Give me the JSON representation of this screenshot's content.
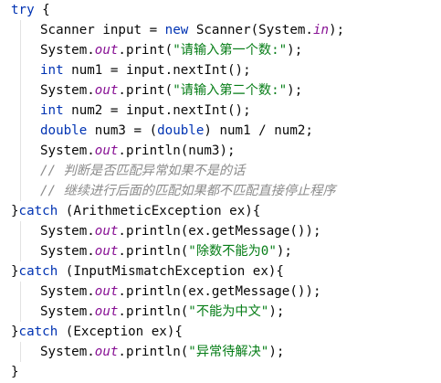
{
  "colors": {
    "background": "#ffffff",
    "keyword": "#0033b3",
    "string": "#067d17",
    "field": "#871094",
    "comment": "#8c8c8c",
    "text": "#080808",
    "indent_guide": "#e3e3e3"
  },
  "code": {
    "lines": [
      {
        "indent": 0,
        "tokens": [
          {
            "t": "kw",
            "v": "try"
          },
          {
            "t": "plain",
            "v": " {"
          }
        ]
      },
      {
        "indent": 1,
        "tokens": [
          {
            "t": "plain",
            "v": "Scanner input = "
          },
          {
            "t": "kw",
            "v": "new"
          },
          {
            "t": "plain",
            "v": " Scanner(System."
          },
          {
            "t": "field",
            "v": "in"
          },
          {
            "t": "plain",
            "v": ");"
          }
        ]
      },
      {
        "indent": 1,
        "tokens": [
          {
            "t": "plain",
            "v": "System."
          },
          {
            "t": "field",
            "v": "out"
          },
          {
            "t": "plain",
            "v": ".print("
          },
          {
            "t": "str",
            "v": "\"请输入第一个数:\""
          },
          {
            "t": "plain",
            "v": ");"
          }
        ]
      },
      {
        "indent": 1,
        "tokens": [
          {
            "t": "kw",
            "v": "int"
          },
          {
            "t": "plain",
            "v": " num1 = input.nextInt();"
          }
        ]
      },
      {
        "indent": 1,
        "tokens": [
          {
            "t": "plain",
            "v": "System."
          },
          {
            "t": "field",
            "v": "out"
          },
          {
            "t": "plain",
            "v": ".print("
          },
          {
            "t": "str",
            "v": "\"请输入第二个数:\""
          },
          {
            "t": "plain",
            "v": ");"
          }
        ]
      },
      {
        "indent": 1,
        "tokens": [
          {
            "t": "kw",
            "v": "int"
          },
          {
            "t": "plain",
            "v": " num2 = input.nextInt();"
          }
        ]
      },
      {
        "indent": 1,
        "tokens": [
          {
            "t": "kw",
            "v": "double"
          },
          {
            "t": "plain",
            "v": " num3 = ("
          },
          {
            "t": "kw",
            "v": "double"
          },
          {
            "t": "plain",
            "v": ") num1 / num2;"
          }
        ]
      },
      {
        "indent": 1,
        "tokens": [
          {
            "t": "plain",
            "v": "System."
          },
          {
            "t": "field",
            "v": "out"
          },
          {
            "t": "plain",
            "v": ".println(num3);"
          }
        ]
      },
      {
        "indent": 1,
        "tokens": [
          {
            "t": "comment",
            "v": "// 判断是否匹配异常如果不是的话"
          }
        ]
      },
      {
        "indent": 1,
        "tokens": [
          {
            "t": "comment",
            "v": "// 继续进行后面的匹配如果都不匹配直接停止程序"
          }
        ]
      },
      {
        "indent": 0,
        "tokens": [
          {
            "t": "plain",
            "v": "}"
          },
          {
            "t": "kw",
            "v": "catch"
          },
          {
            "t": "plain",
            "v": " (ArithmeticException ex){"
          }
        ]
      },
      {
        "indent": 1,
        "tokens": [
          {
            "t": "plain",
            "v": "System."
          },
          {
            "t": "field",
            "v": "out"
          },
          {
            "t": "plain",
            "v": ".println(ex.getMessage());"
          }
        ]
      },
      {
        "indent": 1,
        "tokens": [
          {
            "t": "plain",
            "v": "System."
          },
          {
            "t": "field",
            "v": "out"
          },
          {
            "t": "plain",
            "v": ".println("
          },
          {
            "t": "str",
            "v": "\"除数不能为0\""
          },
          {
            "t": "plain",
            "v": ");"
          }
        ]
      },
      {
        "indent": 0,
        "tokens": [
          {
            "t": "plain",
            "v": "}"
          },
          {
            "t": "kw",
            "v": "catch"
          },
          {
            "t": "plain",
            "v": " (InputMismatchException ex){"
          }
        ]
      },
      {
        "indent": 1,
        "tokens": [
          {
            "t": "plain",
            "v": "System."
          },
          {
            "t": "field",
            "v": "out"
          },
          {
            "t": "plain",
            "v": ".println(ex.getMessage());"
          }
        ]
      },
      {
        "indent": 1,
        "tokens": [
          {
            "t": "plain",
            "v": "System."
          },
          {
            "t": "field",
            "v": "out"
          },
          {
            "t": "plain",
            "v": ".println("
          },
          {
            "t": "str",
            "v": "\"不能为中文\""
          },
          {
            "t": "plain",
            "v": ");"
          }
        ]
      },
      {
        "indent": 0,
        "tokens": [
          {
            "t": "plain",
            "v": "}"
          },
          {
            "t": "kw",
            "v": "catch"
          },
          {
            "t": "plain",
            "v": " (Exception ex){"
          }
        ]
      },
      {
        "indent": 1,
        "tokens": [
          {
            "t": "plain",
            "v": "System."
          },
          {
            "t": "field",
            "v": "out"
          },
          {
            "t": "plain",
            "v": ".println("
          },
          {
            "t": "str",
            "v": "\"异常待解决\""
          },
          {
            "t": "plain",
            "v": ");"
          }
        ]
      },
      {
        "indent": 0,
        "tokens": [
          {
            "t": "plain",
            "v": "}"
          }
        ]
      }
    ]
  }
}
